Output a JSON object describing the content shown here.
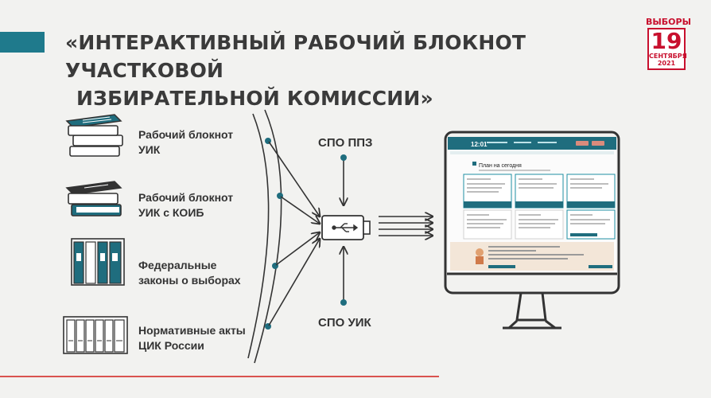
{
  "title": {
    "line1": "«ИНТЕРАКТИВНЫЙ РАБОЧИЙ БЛОКНОТ УЧАСТКОВОЙ",
    "line2": "ИЗБИРАТЕЛЬНОЙ КОМИССИИ»"
  },
  "logo": {
    "word": "ВЫБОРЫ",
    "day": "19",
    "month": "СЕНТЯБРЯ",
    "year": "2021"
  },
  "sources": [
    {
      "line1": "Рабочий блокнот",
      "line2": "УИК"
    },
    {
      "line1": "Рабочий блокнот",
      "line2": "УИК с КОИБ"
    },
    {
      "line1": "Федеральные",
      "line2": "законы о выборах"
    },
    {
      "line1": "Нормативные акты",
      "line2": "ЦИК России"
    }
  ],
  "spo": {
    "top": "СПО ППЗ",
    "bottom": "СПО УИК"
  },
  "monitor": {
    "app_time": "12:01",
    "plan_heading": "План на сегодня"
  },
  "colors": {
    "accent": "#1f7a8c",
    "line": "#333333",
    "brand_red": "#c8102e"
  }
}
